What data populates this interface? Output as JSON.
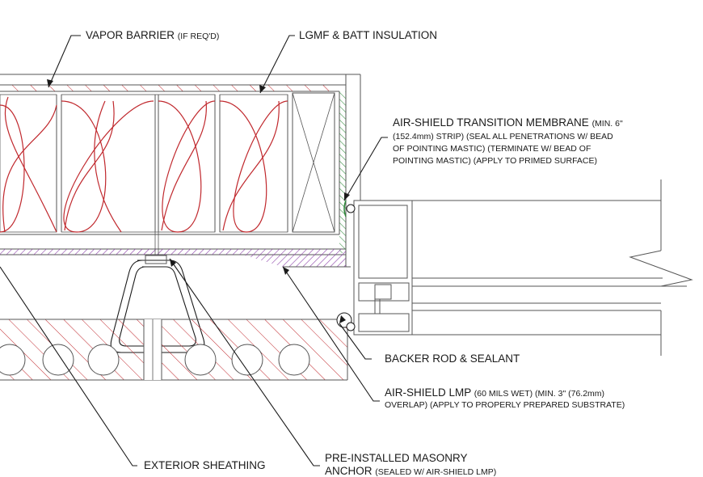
{
  "colors": {
    "insulation": "#c0282d",
    "hatch_masonry": "#c0282d",
    "membrane_purple": "#8b3fa8",
    "membrane_green": "#2e8b3a",
    "linework": "#1a1a1a"
  },
  "labels": {
    "vapor_barrier": {
      "main": "VAPOR BARRIER",
      "note": "(IF REQ'D)"
    },
    "lgmf": {
      "main": "LGMF & BATT INSULATION"
    },
    "transition_membrane": {
      "line1_main": "AIR-SHIELD TRANSITION MEMBRANE",
      "line1_note": "(MIN. 6\"",
      "line2": "(152.4mm) STRIP) (SEAL ALL PENETRATIONS W/ BEAD",
      "line3": "OF POINTING MASTIC) (TERMINATE W/ BEAD OF",
      "line4": "POINTING MASTIC) (APPLY TO PRIMED SURFACE)"
    },
    "backer_rod": {
      "main": "BACKER ROD & SEALANT"
    },
    "lmp": {
      "line1_main": "AIR-SHIELD LMP",
      "line1_note": "(60 MILS WET) (MIN. 3\" (76.2mm)",
      "line2": "OVERLAP) (APPLY TO PROPERLY PREPARED SUBSTRATE)"
    },
    "sheathing": {
      "main": "EXTERIOR SHEATHING"
    },
    "anchor": {
      "line1": "PRE-INSTALLED MASONRY",
      "line2_main": "ANCHOR",
      "line2_note": "(SEALED W/ AIR-SHIELD LMP)"
    }
  }
}
